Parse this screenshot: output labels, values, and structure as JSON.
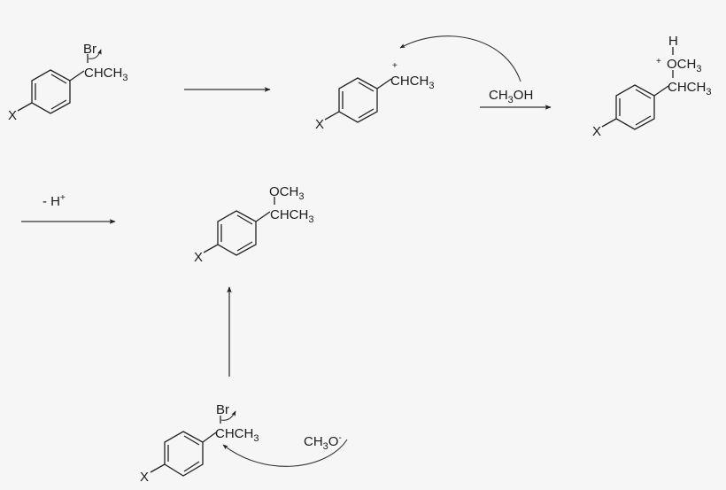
{
  "diagram": {
    "title": "SN1 and SN2 methanolysis of 1-bromo-1-(4-X-phenyl)ethane",
    "colors": {
      "background": "#f6f6f6",
      "ink": "#1a1a1a"
    },
    "molecules": [
      {
        "id": "reactant",
        "substituent": "X",
        "leaving_group": "Br",
        "side_chain": {
          "main": "CHCH",
          "sub": "3"
        }
      },
      {
        "id": "carbocation",
        "substituent": "X",
        "charge": "+",
        "side_chain": {
          "main": "CHCH",
          "sub": "3"
        }
      },
      {
        "id": "oxonium",
        "substituent": "X",
        "charge": "+",
        "h_atom": "H",
        "ether_group": {
          "main": "OCH",
          "sub": "3"
        },
        "side_chain": {
          "main": "CHCH",
          "sub": "3"
        }
      },
      {
        "id": "product",
        "substituent": "X",
        "ether_group": {
          "main": "OCH",
          "sub": "3"
        },
        "side_chain": {
          "main": "CHCH",
          "sub": "3"
        }
      },
      {
        "id": "reactant-sn2",
        "substituent": "X",
        "leaving_group": "Br",
        "side_chain": {
          "main": "CHCH",
          "sub": "3"
        }
      }
    ],
    "reagents": {
      "methanol": {
        "pre": "CH",
        "sub": "3",
        "post": "OH"
      },
      "deprotonation": {
        "pre": "- H",
        "sup": "+"
      },
      "methoxide": {
        "pre": "CH",
        "sub": "3",
        "post": "O",
        "sup": "-"
      }
    },
    "arrows": [
      {
        "id": "step1",
        "type": "reaction",
        "from": "reactant",
        "to": "carbocation"
      },
      {
        "id": "step2",
        "type": "reaction",
        "from": "carbocation",
        "to": "oxonium",
        "label": "methanol"
      },
      {
        "id": "step3",
        "type": "reaction",
        "from": "oxonium",
        "to": "product",
        "label": "deprotonation"
      },
      {
        "id": "step-sn2",
        "type": "reaction",
        "from": "reactant-sn2",
        "to": "product",
        "direction": "up"
      },
      {
        "id": "curly-br-1",
        "type": "electron-push"
      },
      {
        "id": "curly-meoh",
        "type": "electron-push"
      },
      {
        "id": "curly-br-2",
        "type": "electron-push"
      },
      {
        "id": "curly-meo",
        "type": "electron-push"
      }
    ]
  }
}
